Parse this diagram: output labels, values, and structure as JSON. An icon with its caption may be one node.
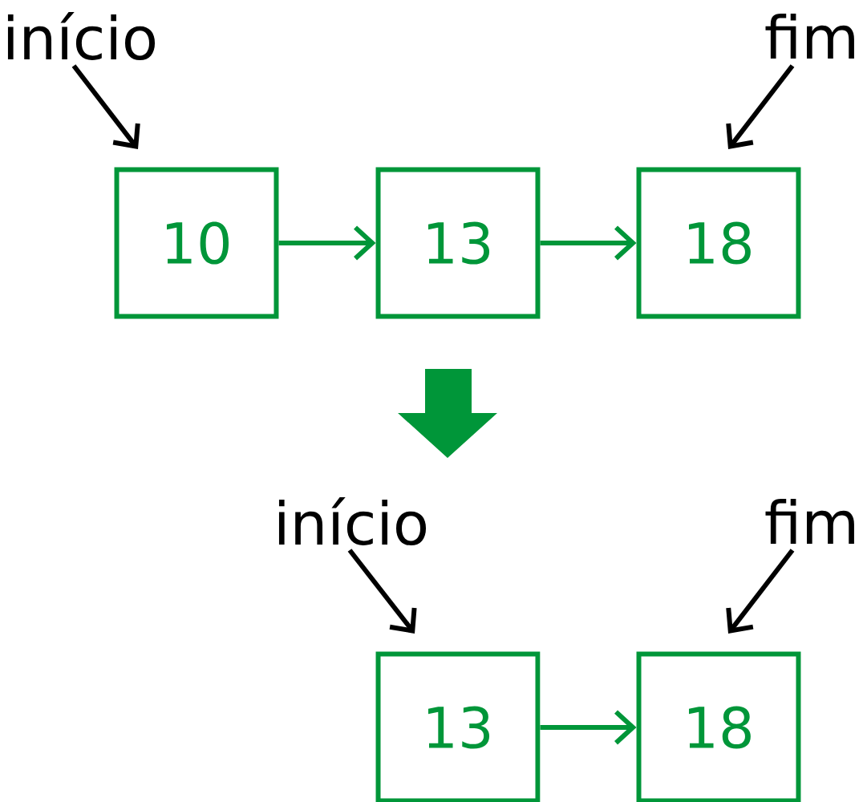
{
  "diagram": {
    "nodes": [
      {
        "text": [
          "início"
        ]
      },
      {
        "text": [
          "fim"
        ]
      },
      {
        "text": [
          "10"
        ]
      },
      {
        "text": [
          "13"
        ]
      },
      {
        "text": [
          "18"
        ]
      },
      {
        "text": [
          "início"
        ]
      },
      {
        "text": [
          "fim"
        ]
      },
      {
        "text": [
          "13"
        ]
      },
      {
        "text": [
          "18"
        ]
      }
    ],
    "edges": [
      {
        "from": 0,
        "to": 2,
        "arrow": "to"
      },
      {
        "from": 1,
        "to": 4,
        "arrow": "to"
      },
      {
        "from": 2,
        "to": 3,
        "arrow": "to",
        "color": "#009639"
      },
      {
        "from": 3,
        "to": 4,
        "arrow": "to",
        "color": "#009639"
      },
      {
        "from": 5,
        "to": 7,
        "arrow": "to"
      },
      {
        "from": 6,
        "to": 8,
        "arrow": "to"
      },
      {
        "from": 7,
        "to": 8,
        "arrow": "to",
        "color": "#009639"
      }
    ]
  }
}
